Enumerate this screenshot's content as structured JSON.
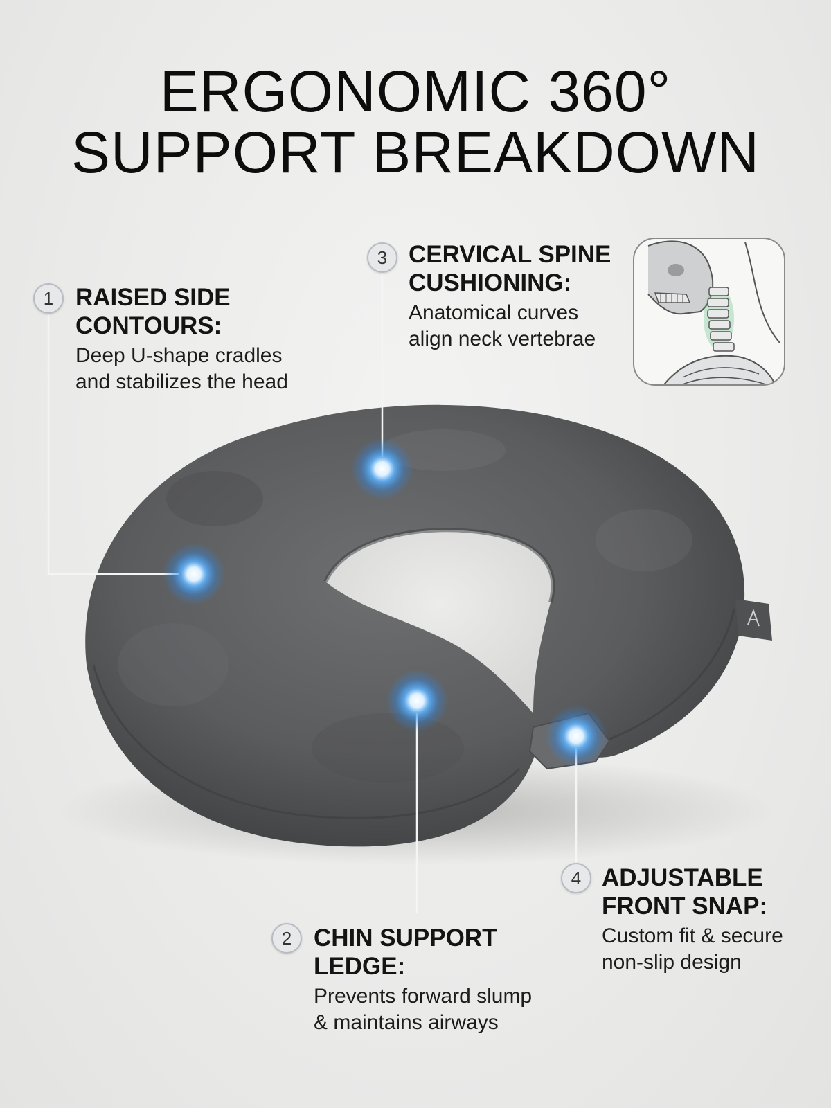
{
  "title": {
    "line1": "ERGONOMIC 360°",
    "line2": "SUPPORT BREAKDOWN"
  },
  "callouts": [
    {
      "number": "1",
      "heading1": "RAISED SIDE",
      "heading2": "CONTOURS:",
      "desc1": "Deep U-shape cradles",
      "desc2": "and stabilizes the head"
    },
    {
      "number": "2",
      "heading1": "CHIN SUPPORT",
      "heading2": "LEDGE:",
      "desc1": "Prevents forward slump",
      "desc2": "& maintains airways"
    },
    {
      "number": "3",
      "heading1": "CERVICAL SPINE",
      "heading2": "CUSHIONING:",
      "desc1": "Anatomical curves",
      "desc2": "align neck vertebrae"
    },
    {
      "number": "4",
      "heading1": "ADJUSTABLE",
      "heading2": "FRONT SNAP:",
      "desc1": "Custom fit & secure",
      "desc2": "non-slip design"
    }
  ],
  "icons": [
    "neck-pillow-illustration",
    "cervical-spine-diagram-icon",
    "brand-tag-icon",
    "glow-point-icon"
  ],
  "colors": {
    "pillow": "#5f6062",
    "glow": "#3aa0ff",
    "spine_highlight": "#59c07a",
    "text": "#141414"
  }
}
